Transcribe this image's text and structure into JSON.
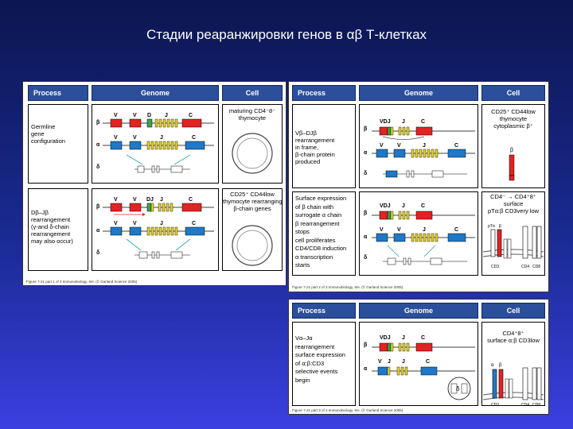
{
  "slide": {
    "title": "Стадии реаранжировки генов в αβ Т-клетках"
  },
  "headers": {
    "process": "Process",
    "genome": "Genome",
    "cell": "Cell"
  },
  "panel1": {
    "row1": {
      "process": "Germline\ngene\nconfiguration",
      "cell": "maturing CD4⁻8⁻\nthymocyte",
      "beta_labels": [
        "V",
        "V",
        "D",
        "J",
        "C"
      ],
      "alpha_labels": [
        "V",
        "V",
        "J",
        "C"
      ]
    },
    "row2": {
      "process": "Dβ–Jβ\nrearrangement\n(γ-and δ-chain\nrearrangement\nmay also occur)",
      "cell": "CD25⁺ CD44low\nthymocyte rearranging\nβ-chain genes",
      "beta_labels": [
        "V",
        "V",
        "DJ",
        "J",
        "C"
      ],
      "alpha_labels": [
        "V",
        "V",
        "J",
        "C"
      ]
    },
    "caption": "Figure 7-21 part 1 of 3 Immunobiology, 6/e. (© Garland Science 2005)"
  },
  "panel2": {
    "row1": {
      "process": "Vβ–DJβ\nrearrangement\nin frame,\nβ-chain protein\nproduced",
      "cell": "CD25⁺ CD44low\nthymocyte\ncytoplasmic β⁺",
      "beta_labels": [
        "VDJ",
        "J",
        "C"
      ],
      "alpha_labels": [
        "V",
        "V",
        "J",
        "C"
      ]
    },
    "row2": {
      "process": "Surface expression\nof β chain with\nsurrogate α chain\nβ rearrangement\nstops\ncell proliferates\nCD4/CD8 induction\nα transcription\nstarts",
      "cell": "CD4⁻ → CD4⁺8⁺\nsurface\npTα:β CD3very low",
      "beta_labels": [
        "VDJ",
        "J",
        "C"
      ],
      "alpha_labels": [
        "V",
        "V",
        "J",
        "C"
      ],
      "membrane_labels": [
        "pTα",
        "β",
        "CD3",
        "CD4",
        "CD8"
      ]
    },
    "caption": "Figure 7-21 part 2 of 3 Immunobiology, 6/e. (© Garland Science 2005)"
  },
  "panel3": {
    "row1": {
      "process": "Vα–Jα\nrearrangement\nsurface expression\nof α:β:CD3\nselective events\nbegin",
      "cell": "CD4⁺8⁺\nsurface α:β CD3low",
      "beta_labels": [
        "VDJ",
        "J",
        "C"
      ],
      "alpha_labels": [
        "V",
        "J",
        "J",
        "C"
      ],
      "membrane_labels": [
        "α",
        "β",
        "CD3",
        "CD4",
        "CD8"
      ],
      "circle_label": "δ"
    },
    "caption": "Figure 7-21 part 3 of 3 Immunobiology, 6/e. (© Garland Science 2005)"
  },
  "gene_labels": {
    "beta": "β",
    "alpha": "α",
    "delta": "δ"
  },
  "colors": {
    "v_red": "#e32222",
    "v_blue": "#1f78c8",
    "j_yellow": "#e6d21e",
    "d_green": "#3aa24a",
    "header_blue": "#2b4f9a",
    "arrow_teal": "#2aa7a0"
  }
}
